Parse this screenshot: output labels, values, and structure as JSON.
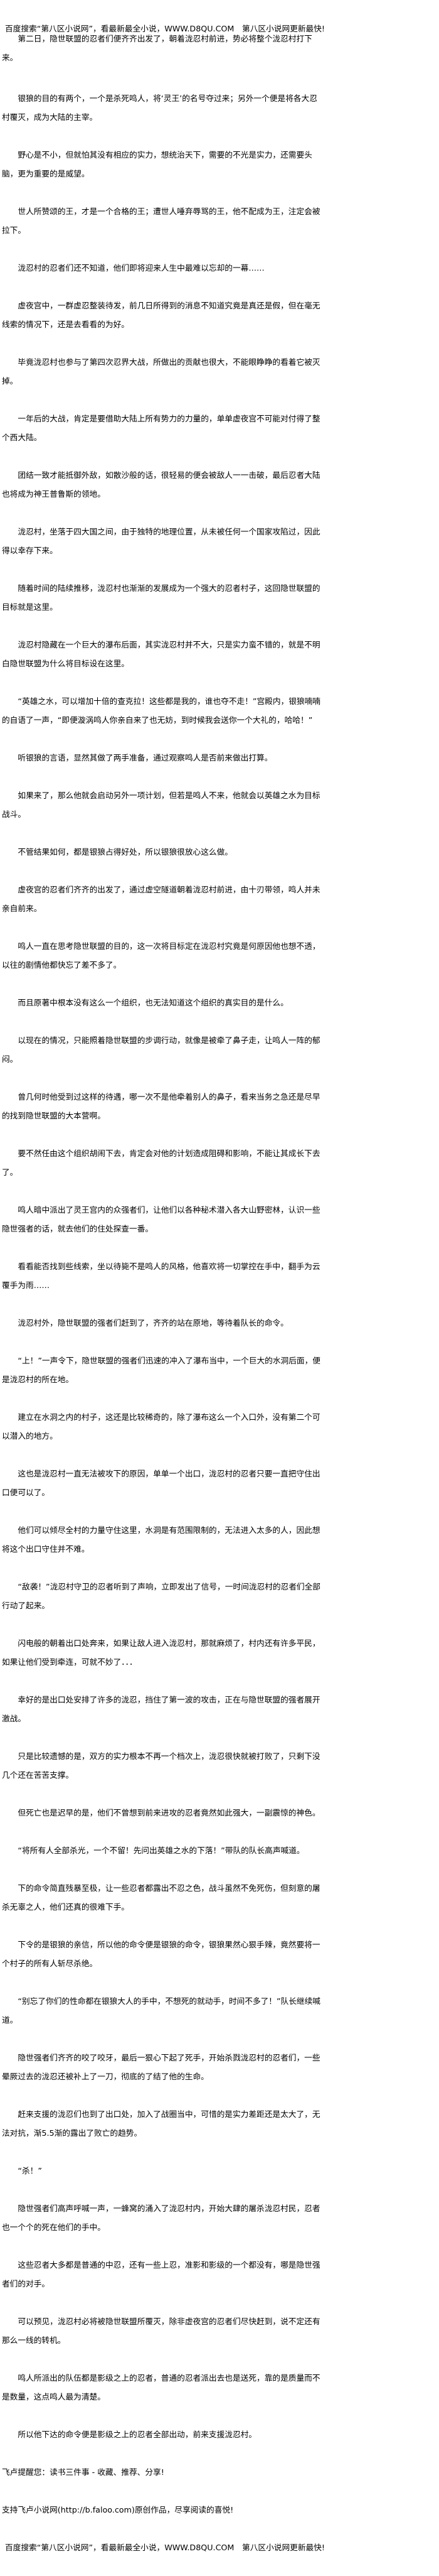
{
  "banner": "百度搜索“第八区小说网”，看最新最全小说，WWW.D8QU.COM　第八区小说网更新最快!",
  "first_paragraph": "第二日，隐世联盟的忍者们便齐齐出发了，朝着泷忍村前进，势必将整个泷忍村打下来。",
  "paragraphs": [
    "银狼的目的有两个，一个是杀死鸣人，将‘灵王’的名号夺过来；另外一个便是将各大忍村覆灭，成为大陆的主宰。",
    "野心是不小，但就怕其没有相应的实力，想统治天下，需要的不光是实力，还需要头脑，更为重要的是威望。",
    "世人所赞颂的王，才是一个合格的王；遭世人唾弃辱骂的王，他不配成为王，注定会被拉下。",
    "泷忍村的忍者们还不知道，他们即将迎来人生中最难以忘却的一幕……",
    "虚夜宫中，一群虚忍整装待发，前几日所得到的消息不知道究竟是真还是假，但在毫无线索的情况下，还是去看看的为好。",
    "毕竟泷忍村也参与了第四次忍界大战，所做出的贡献也很大，不能眼睁睁的看着它被灭掉。",
    "一年后的大战，肯定是要借助大陆上所有势力的力量的，单单虚夜宫不可能对付得了整个西大陆。",
    "团结一致才能抵御外敌，如散沙般的话，很轻易的便会被敌人一一击破，最后忍者大陆也将成为神王普鲁斯的领地。",
    "泷忍村，坐落于四大国之间，由于独特的地理位置，从未被任何一个国家攻陷过，因此得以幸存下来。",
    "随着时间的陆续推移，泷忍村也渐渐的发展成为一个强大的忍者村子，这回隐世联盟的目标就是这里。",
    "泷忍村隐藏在一个巨大的瀑布后面，其实泷忍村并不大，只是实力蛮不错的，就是不明白隐世联盟为什么将目标设在这里。",
    "“英雄之水，可以增加十倍的查克拉！这些都是我的，谁也夺不走！”宫殿内，银狼喃喃的自语了一声，“即便漩涡鸣人你亲自来了也无妨，到时候我会送你一个大礼的，哈哈！”",
    "听银狼的言语，显然其做了两手准备，通过观察鸣人是否前来做出打算。",
    "如果来了，那么他就会启动另外一项计划，但若是鸣人不来，他就会以英雄之水为目标战斗。",
    "不管结果如何，都是银狼占得好处，所以银狼很放心这么做。",
    "虚夜宫的忍者们齐齐的出发了，通过虚空隧道朝着泷忍村前进，由十刃带领，鸣人并未亲自前来。",
    "鸣人一直在思考隐世联盟的目的，这一次将目标定在泷忍村究竟是何原因他也想不透，以往的剧情他都快忘了差不多了。",
    "而且原著中根本没有这么一个组织，也无法知道这个组织的真实目的是什么。",
    "以现在的情况，只能照着隐世联盟的步调行动，就像是被牵了鼻子走，让鸣人一阵的郁闷。",
    "曾几何时他受到过这样的待遇，哪一次不是他牵着别人的鼻子，看来当务之急还是尽早的找到隐世联盟的大本营啊。",
    "要不然任由这个组织胡闹下去，肯定会对他的计划造成阻碍和影响，不能让其成长下去了。",
    "鸣人暗中派出了灵王宫内的众强者们，让他们以各种秘术潜入各大山野密林，认识一些隐世强者的话，就去他们的住处探查一番。",
    "看看能否找到些线索，坐以待毙不是鸣人的风格，他喜欢将一切掌控在手中，翻手为云覆手为雨……",
    "泷忍村外，隐世联盟的强者们赶到了，齐齐的站在原地，等待着队长的命令。",
    "“上！”一声令下，隐世联盟的强者们迅速的冲入了瀑布当中，一个巨大的水洞后面，便是泷忍村的所在地。",
    "建立在水洞之内的村子，这还是比较稀奇的，除了瀑布这么一个入口外，没有第二个可以潜入的地方。",
    "这也是泷忍村一直无法被攻下的原因，单单一个出口，泷忍村的忍者只要一直把守住出口便可以了。",
    "他们可以倾尽全村的力量守住这里，水洞是有范围限制的，无法进入太多的人，因此想将这个出口守住并不难。",
    "“敌袭！”泷忍村守卫的忍者听到了声响，立即发出了信号，一时间泷忍村的忍者们全部行动了起来。",
    "闪电般的朝着出口处奔来，如果让敌人进入泷忍村，那就麻烦了，村内还有许多平民，如果让他们受到牵连，可就不妙了．．．",
    "幸好的是出口处安排了许多的泷忍，挡住了第一波的攻击，正在与隐世联盟的强者展开激战。",
    "只是比较遗憾的是，双方的实力根本不再一个档次上，泷忍很快就被打败了，只剩下没几个还在苦苦支撑。",
    "但死亡也是迟早的是，他们不曾想到前来进攻的忍者竟然如此强大，一副震惊的神色。",
    "“将所有人全部杀光，一个不留！先问出英雄之水的下落！”带队的队长高声喊道。",
    "下的命令简直残暴至极，让一些忍者都露出不忍之色，战斗虽然不免死伤，但刻意的屠杀无辜之人，他们还真的很难下手。",
    "下令的是银狼的亲信，所以他的命令便是银狼的命令，银狼果然心狠手辣，竟然要将一个村子的所有人斩尽杀绝。",
    "“别忘了你们的性命都在银狼大人的手中，不想死的就动手，时间不多了！”队长继续喊道。",
    "隐世强者们齐齐的咬了咬牙，最后一狠心下起了死手，开始杀戮泷忍村的忍者们，一些晕厥过去的泷忍还被补上了一刀，彻底的了结了他的生命。",
    "赶来支援的泷忍们也到了出口处，加入了战圈当中，可惜的是实力差距还是太大了，无法对抗，渐5.5渐的露出了败亡的趋势。",
    "“杀！”",
    "隐世强者们高声呼喊一声，一蜂窝的涌入了泷忍村内，开始大肆的屠杀泷忍村民，忍者也一个个的死在他们的手中。",
    "这些忍者大多都是普通的中忍，还有一些上忍，准影和影级的一个都没有，哪是隐世强者们的对手。",
    "可以预见，泷忍村必将被隐世联盟所覆灭，除非虚夜宫的忍者们尽快赶到，说不定还有那么一线的转机。",
    "鸣人所派出的队伍都是影级之上的忍者，普通的忍者派出去也是送死，靠的是质量而不是数量，这点鸣人最为清楚。",
    "所以他下达的命令便是影级之上的忍者全部出动，前来支援泷忍村。"
  ],
  "footer": {
    "reminder": "飞卢提醒您：读书三件事 - 收藏、推荐、分享!",
    "support": "支持飞卢小说网(http://b.faloo.com)原创作品，尽享阅读的喜悦!",
    "banner": "百度搜索“第八区小说网”，看最新最全小说，WWW.D8QU.COM　第八区小说网更新最快!"
  }
}
